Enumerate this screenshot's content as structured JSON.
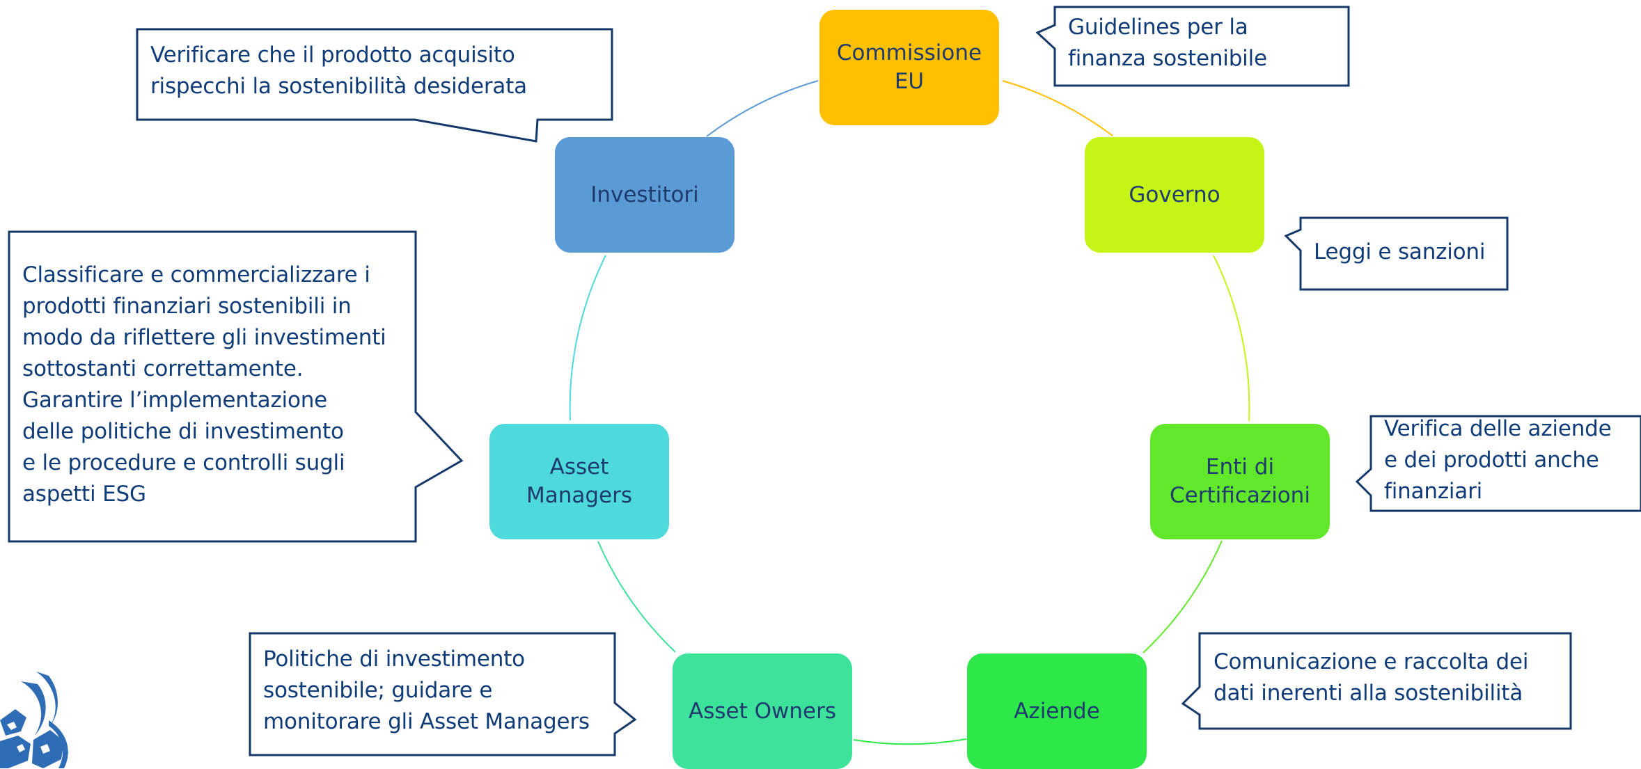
{
  "nodes": [
    {
      "key": "commissione",
      "label": "Commissione\nEU",
      "color": "#ffc000"
    },
    {
      "key": "governo",
      "label": "Governo",
      "color": "#c4f516"
    },
    {
      "key": "enti",
      "label": "Enti di\nCertificazioni",
      "color": "#62e82b"
    },
    {
      "key": "aziende",
      "label": "Aziende",
      "color": "#2ee84a"
    },
    {
      "key": "asset_owners",
      "label": "Asset Owners",
      "color": "#3de29b"
    },
    {
      "key": "asset_managers",
      "label": "Asset\nManagers",
      "color": "#4ed9dc"
    },
    {
      "key": "investitori",
      "label": "Investitori",
      "color": "#5b9bd5"
    }
  ],
  "callouts": {
    "commissione": "Guidelines per la\nfinanza sostenibile",
    "governo": "Leggi e sanzioni",
    "enti": "Verifica delle aziende\ne dei prodotti anche\nfinanziari",
    "aziende": "Comunicazione e raccolta dei\ndati inerenti alla sostenibilità",
    "asset_owners": "Politiche di investimento\nsostenibile; guidare e\nmonitorare gli Asset Managers",
    "asset_managers": "Classificare e commercializzare i\nprodotti finanziari sostenibili in\nmodo da riflettere gli investimenti\nsottostanti correttamente.\nGarantire l’implementazione\ndelle politiche di investimento\ne le procedure e controlli sugli\naspetti ESG",
    "investitori": "Verificare che il prodotto acquisito\nrispecchi la sostenibilità desiderata"
  },
  "colors": {
    "callout_border": "#15386a",
    "callout_text": "#0f3c78",
    "node_text": "#1f3b6e",
    "logo": "#2e6db6"
  }
}
